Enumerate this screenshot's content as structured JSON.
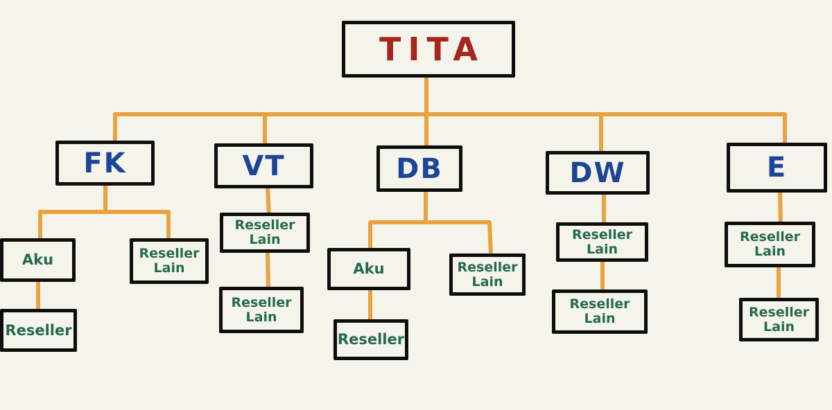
{
  "root": {
    "label": "TITA"
  },
  "branches": [
    {
      "label": "FK"
    },
    {
      "label": "VT"
    },
    {
      "label": "DB"
    },
    {
      "label": "DW"
    },
    {
      "label": "E"
    }
  ],
  "leaves": {
    "fk_left": "Aku",
    "fk_left_child": "Reseller",
    "fk_right": "Reseller\nLain",
    "vt_1": "Reseller\nLain",
    "vt_2": "Reseller\nLain",
    "db_left": "Aku",
    "db_left_child": "Reseller",
    "db_right": "Reseller\nLain",
    "dw_1": "Reseller\nLain",
    "dw_2": "Reseller\nLain",
    "e_1": "Reseller\nLain",
    "e_2": "Reseller\nLain"
  },
  "colors": {
    "background": "#f5f4eb",
    "connector": "#e9a23f",
    "box_border": "#0e0e0e",
    "root_text": "#a32620",
    "branch_text": "#1d4596",
    "leaf_text": "#246a4d"
  }
}
